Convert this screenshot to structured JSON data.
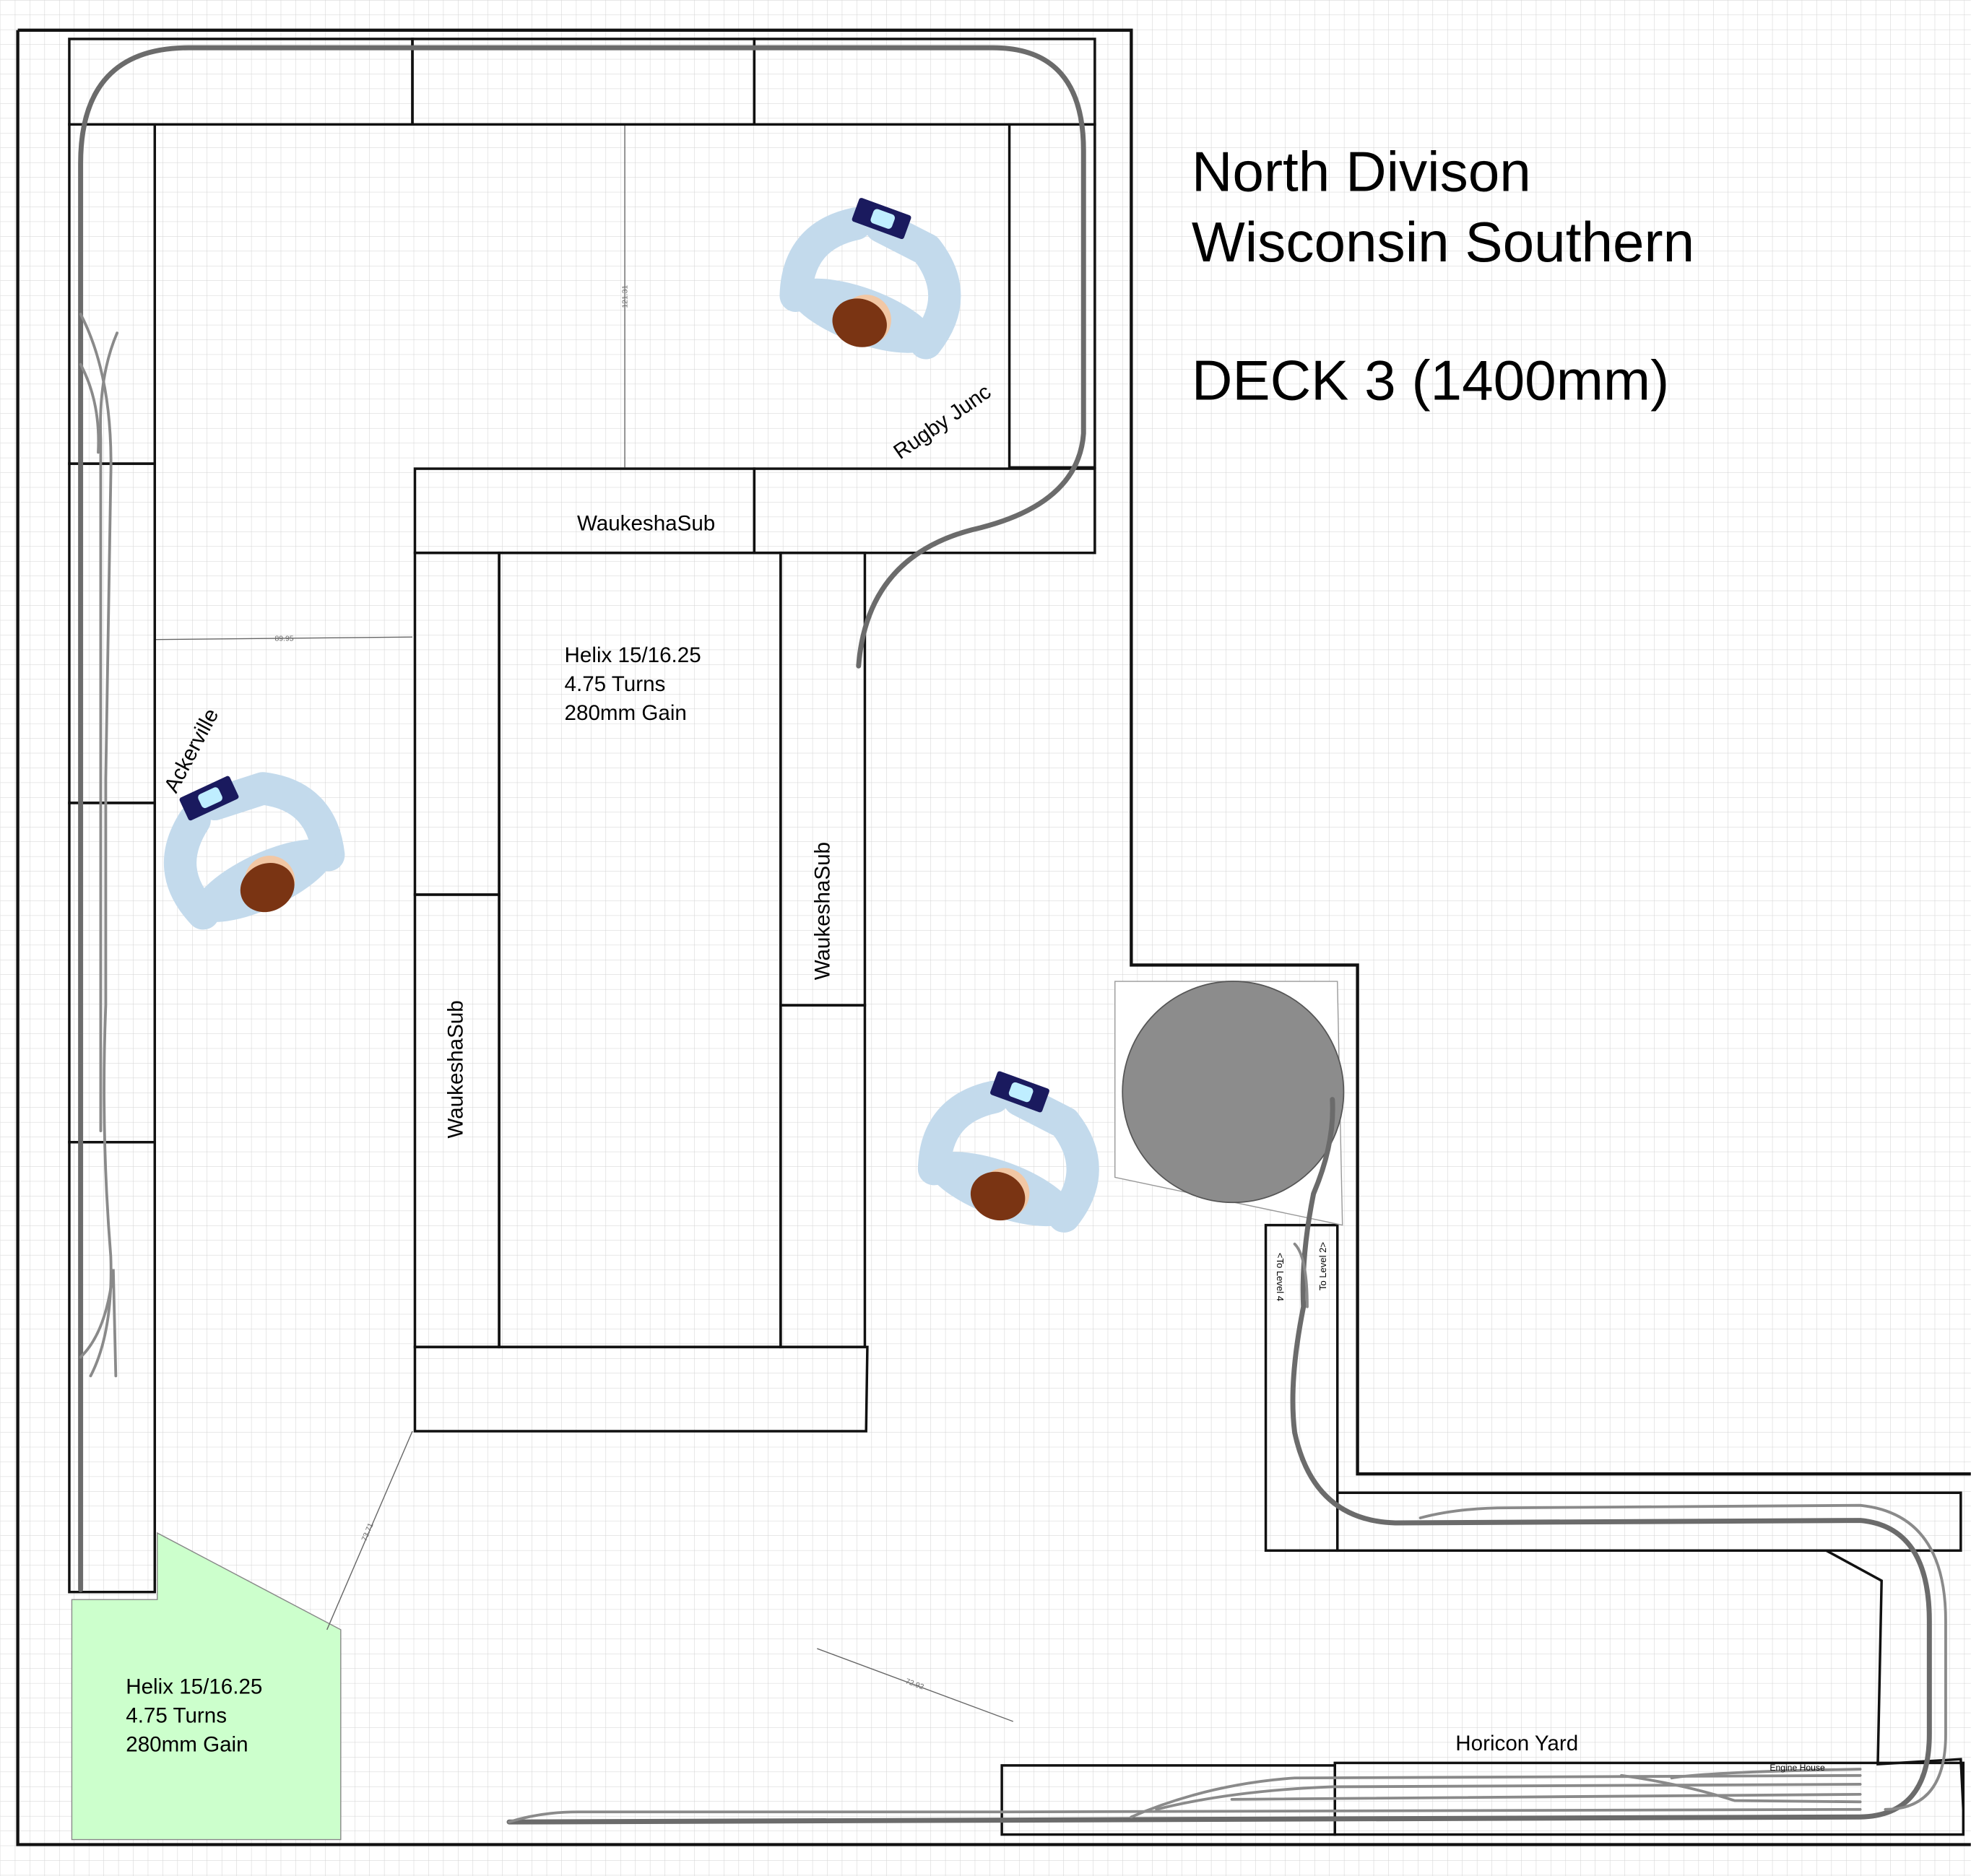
{
  "title": {
    "line1": "North Divison",
    "line2": "Wisconsin Southern",
    "line3": "DECK 3 (1400mm)"
  },
  "labels": {
    "rugby_junc": "Rugby Junc",
    "ackerville": "Ackerville",
    "waukesha_top": "WaukeshaSub",
    "waukesha_left": "WaukeshaSub",
    "waukesha_right": "WaukeshaSub",
    "horicon_yard": "Horicon Yard",
    "engine_house": "Engine House",
    "to_level_4": "<To Level 4",
    "to_level_2": "To Level 2>"
  },
  "helix_center": {
    "line1": "Helix 15/16.25",
    "line2": "4.75 Turns",
    "line3": "280mm Gain"
  },
  "helix_corner": {
    "line1": "Helix 15/16.25",
    "line2": "4.75 Turns",
    "line3": "280mm Gain"
  },
  "dimensions": {
    "aisle_top": "121.31",
    "aisle_left": "89.95",
    "aisle_helix": "73.71",
    "aisle_bottom": "72.92"
  },
  "colors": {
    "helix_fill": "#ccffcc",
    "turntable": "#8c8c8c",
    "shirt": "#c3daec",
    "hair": "#7a3413",
    "phone": "#1a1a5e",
    "grid": "#d0d0d0"
  }
}
